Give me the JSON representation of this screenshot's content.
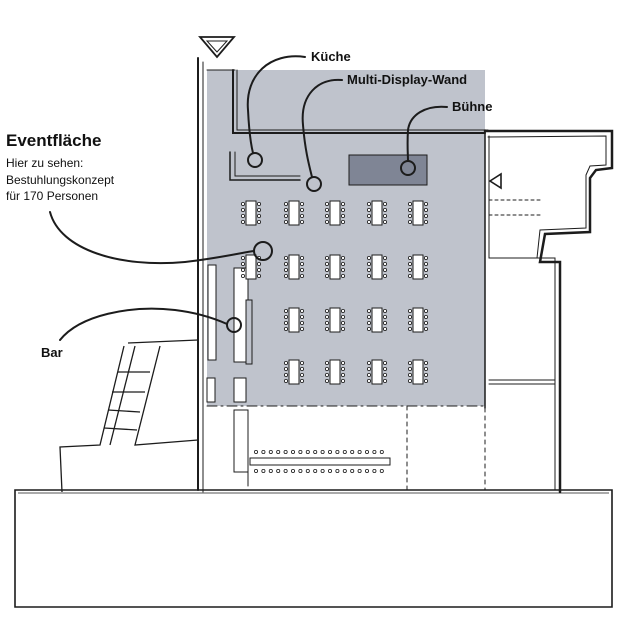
{
  "diagram": {
    "title": "Eventfläche",
    "subtitle_lines": [
      "Hier zu sehen:",
      "Bestuhlungskonzept",
      "für 170 Personen"
    ],
    "labels": {
      "kitchen": "Küche",
      "display_wall": "Multi-Display-Wand",
      "stage": "Bühne",
      "bar": "Bar"
    },
    "seating": {
      "rows": [
        {
          "tables": 5
        },
        {
          "tables": 5
        },
        {
          "tables": 4
        },
        {
          "tables": 4
        }
      ],
      "long_table_chairs_per_side": 18
    },
    "colors": {
      "event_area": "#bfc3cc",
      "stage_fill": "#7f8595",
      "line": "#1c1c1c"
    }
  }
}
